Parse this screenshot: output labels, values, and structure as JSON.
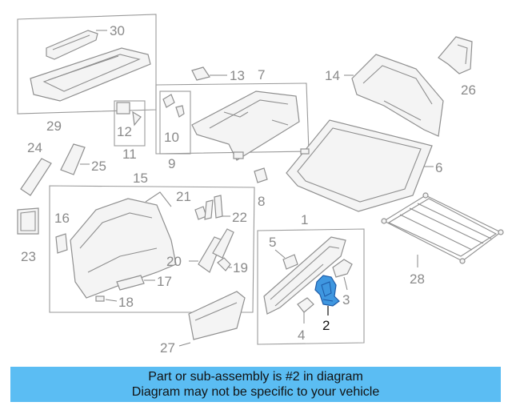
{
  "callouts": {
    "c1": "1",
    "c2": "2",
    "c3": "3",
    "c4": "4",
    "c5": "5",
    "c6": "6",
    "c7": "7",
    "c8": "8",
    "c9": "9",
    "c10": "10",
    "c11": "11",
    "c12": "12",
    "c13": "13",
    "c14": "14",
    "c15": "15",
    "c16": "16",
    "c17": "17",
    "c18": "18",
    "c19": "19",
    "c20": "20",
    "c21": "21",
    "c22": "22",
    "c23": "23",
    "c24": "24",
    "c25": "25",
    "c26": "26",
    "c27": "27",
    "c28": "28",
    "c29": "29",
    "c30": "30"
  },
  "highlighted_part": "2",
  "colors": {
    "highlight": "#3f97e0",
    "banner": "#5bbdf3",
    "line": "#8f8f8f"
  },
  "banner": {
    "line1": "Part or sub-assembly is #2 in diagram",
    "line2": "Diagram may not be specific to your vehicle"
  }
}
